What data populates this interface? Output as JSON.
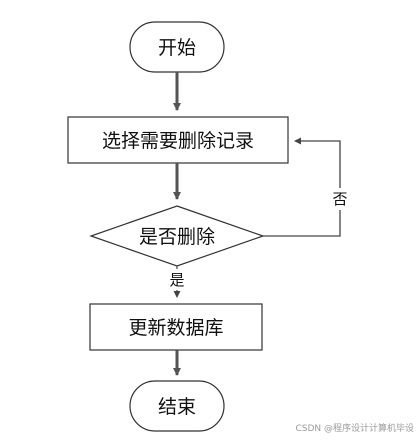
{
  "diagram": {
    "type": "flowchart",
    "nodes": {
      "start": "开始",
      "select": "选择需要删除记录",
      "decision": "是否删除",
      "update": "更新数据库",
      "end": "结束"
    },
    "edges": {
      "yes_label": "是",
      "no_label": "否"
    }
  },
  "watermark": "CSDN @程序设计计算机毕设"
}
